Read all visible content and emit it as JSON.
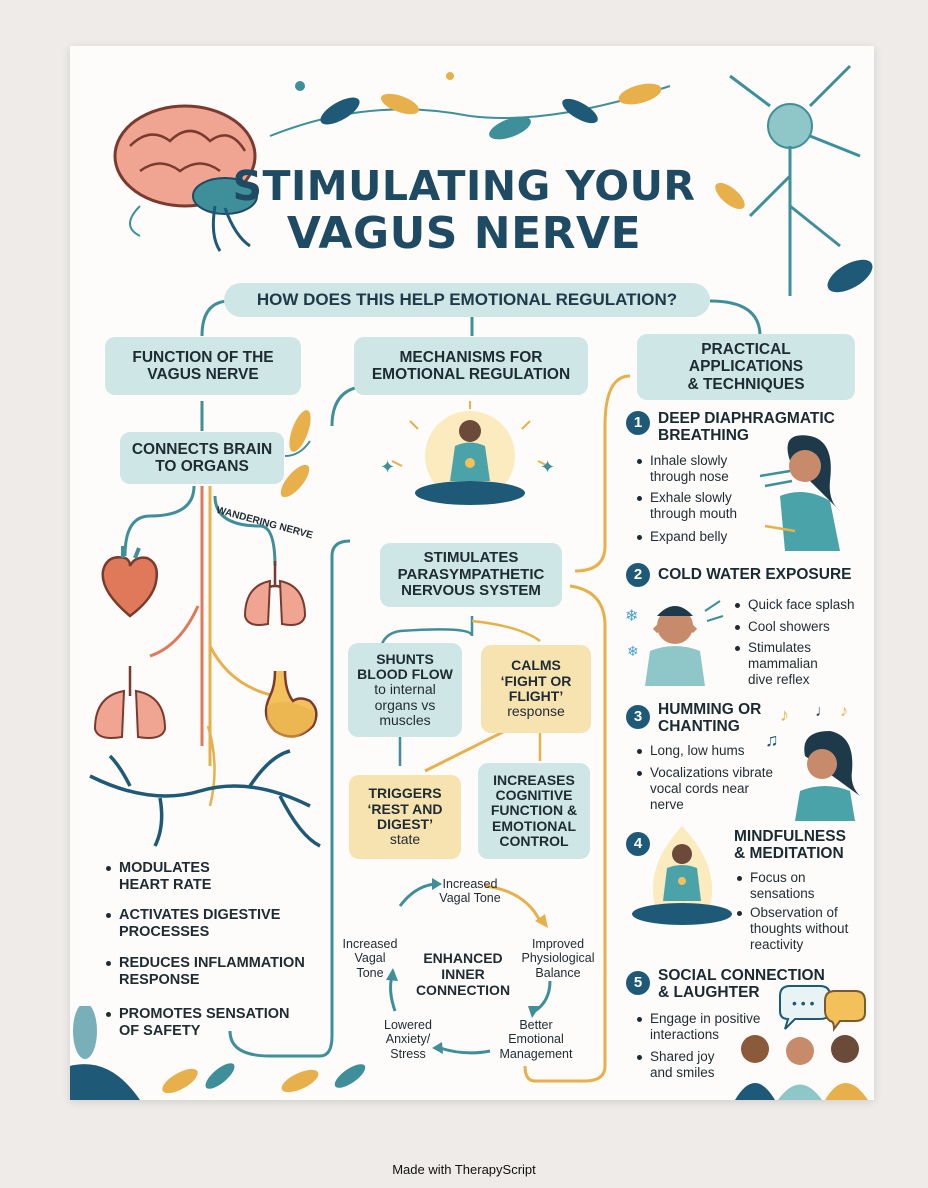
{
  "title_line1": "STIMULATING YOUR",
  "title_line2": "VAGUS NERVE",
  "question": "HOW DOES THIS HELP EMOTIONAL REGULATION?",
  "function": {
    "header": [
      "FUNCTION OF THE",
      "VAGUS NERVE"
    ],
    "connects": [
      "CONNECTS BRAIN",
      "TO ORGANS"
    ],
    "wandering": "WANDERING NERVE",
    "bullets": [
      [
        "MODULATES",
        "HEART RATE"
      ],
      [
        "ACTIVATES DIGESTIVE",
        "PROCESSES"
      ],
      [
        "REDUCES INFLAMMATION",
        "RESPONSE"
      ],
      [
        "PROMOTES SENSATION",
        "OF SAFETY"
      ]
    ]
  },
  "mechanisms": {
    "header": [
      "MECHANISMS FOR",
      "EMOTIONAL REGULATION"
    ],
    "stimulates": [
      "STIMULATES",
      "PARASYMPATHETIC",
      "NERVOUS SYSTEM"
    ],
    "shunts_bold": [
      "SHUNTS",
      "BLOOD FLOW"
    ],
    "shunts_rest": [
      "to internal",
      "organs vs",
      "muscles"
    ],
    "calms_bold": [
      "CALMS",
      "‘FIGHT OR",
      "FLIGHT’"
    ],
    "calms_rest": "response",
    "triggers_bold": [
      "TRIGGERS",
      "‘REST AND",
      "DIGEST’"
    ],
    "triggers_rest": "state",
    "increases": [
      "INCREASES",
      "COGNITIVE",
      "FUNCTION &",
      "EMOTIONAL",
      "CONTROL"
    ],
    "cycle": {
      "top": [
        "Increased",
        "Vagal Tone"
      ],
      "right": [
        "Improved",
        "Physiological",
        "Balance"
      ],
      "bottom_right": [
        "Better",
        "Emotional",
        "Management"
      ],
      "bottom_left": [
        "Lowered",
        "Anxiety/",
        "Stress"
      ],
      "left": [
        "Increased",
        "Vagal",
        "Tone"
      ],
      "center": [
        "ENHANCED",
        "INNER",
        "CONNECTION"
      ]
    }
  },
  "practical": {
    "header": [
      "PRACTICAL",
      "APPLICATIONS",
      "& TECHNIQUES"
    ],
    "items": [
      {
        "num": "1",
        "title": [
          "DEEP DIAPHRAGMATIC",
          "BREATHING"
        ],
        "bullets": [
          [
            "Inhale slowly",
            "through nose"
          ],
          [
            "Exhale slowly",
            "through mouth"
          ],
          [
            "Expand belly"
          ]
        ]
      },
      {
        "num": "2",
        "title": [
          "COLD WATER EXPOSURE"
        ],
        "bullets": [
          [
            "Quick face splash"
          ],
          [
            "Cool showers"
          ],
          [
            "Stimulates",
            "mammalian",
            "dive reflex"
          ]
        ]
      },
      {
        "num": "3",
        "title": [
          "HUMMING OR",
          "CHANTING"
        ],
        "bullets": [
          [
            "Long, low hums"
          ],
          [
            "Vocalizations vibrate",
            "vocal cords near",
            "nerve"
          ]
        ]
      },
      {
        "num": "4",
        "title": [
          "MINDFULNESS",
          "& MEDITATION"
        ],
        "bullets": [
          [
            "Focus on",
            "sensations"
          ],
          [
            "Observation of",
            "thoughts without",
            "reactivity"
          ]
        ]
      },
      {
        "num": "5",
        "title": [
          "SOCIAL CONNECTION",
          "& LAUGHTER"
        ],
        "bullets": [
          [
            "Engage in positive",
            "interactions"
          ],
          [
            "Shared joy",
            "and smiles"
          ]
        ]
      }
    ]
  },
  "footer": "Made with TherapyScript",
  "colors": {
    "navy": "#1e4a63",
    "teal": "#3f8f9b",
    "mint_box": "#cfe6e6",
    "yellow_box": "#f7e3b0",
    "orange": "#e8b04a"
  }
}
